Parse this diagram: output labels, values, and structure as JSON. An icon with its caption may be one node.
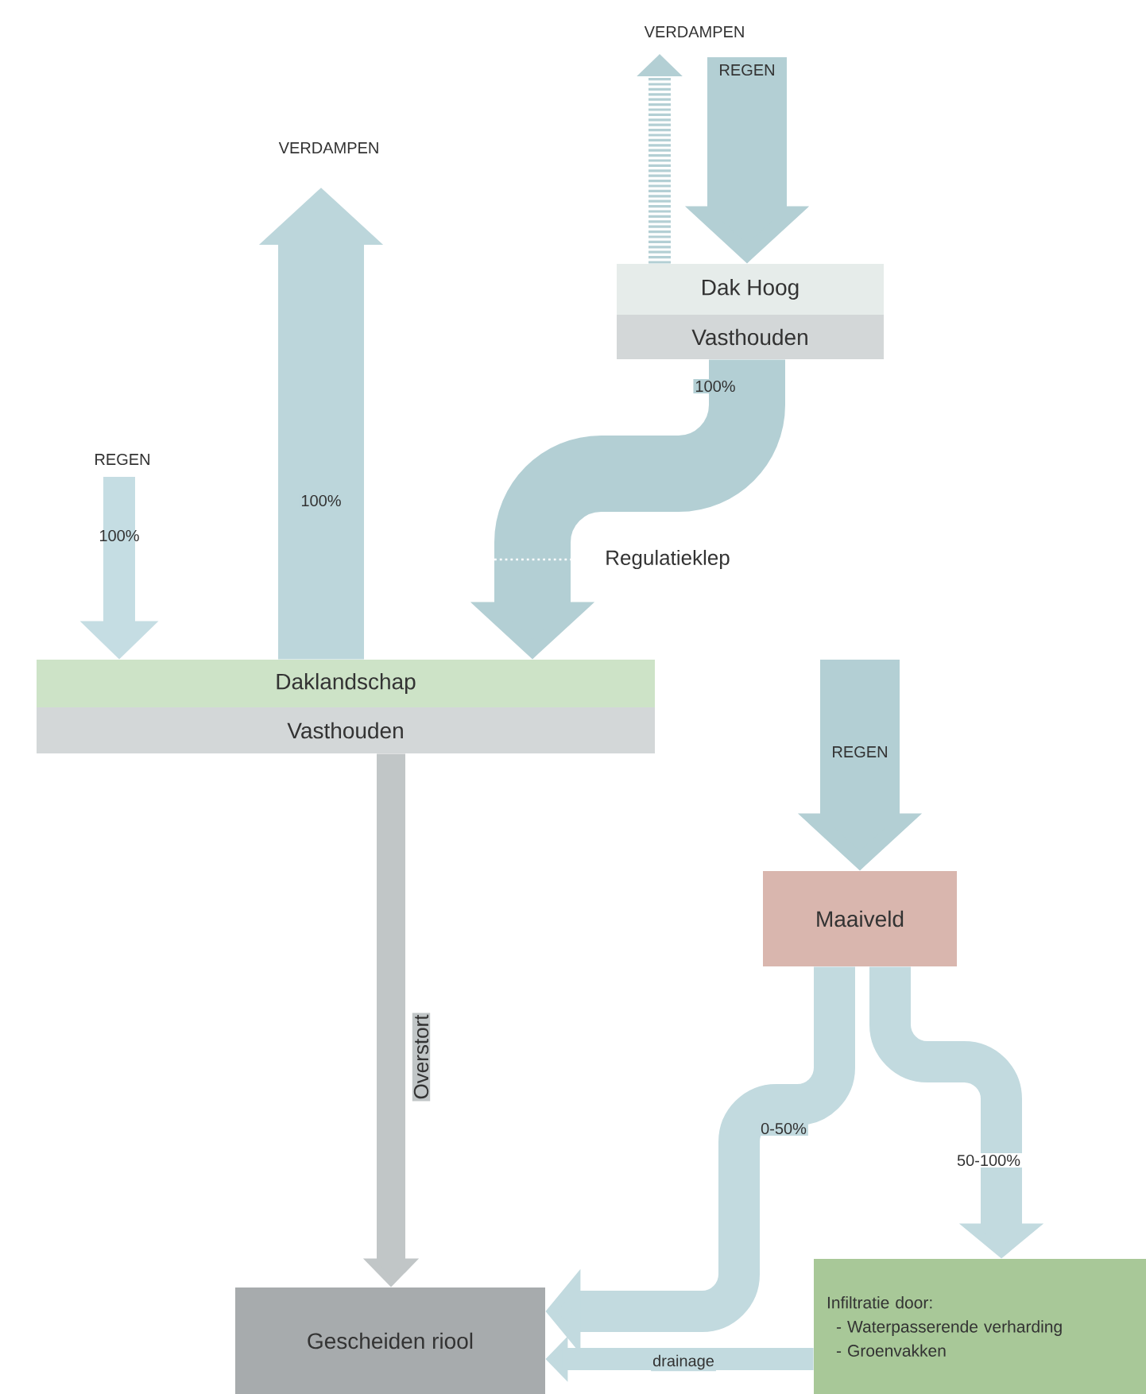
{
  "diagram": {
    "nodes": [
      {
        "text": [
          "Dak Hoog"
        ]
      },
      {
        "text": [
          "Vasthouden"
        ]
      },
      {
        "text": [
          "Daklandschap"
        ]
      },
      {
        "text": [
          "Vasthouden"
        ]
      },
      {
        "text": [
          "Maaiveld"
        ]
      },
      {
        "text": [
          "Gescheiden riool"
        ]
      },
      {
        "text": [
          "Infiltratie door:",
          "- Waterpasserende verharding",
          "- Groenvakken"
        ]
      }
    ],
    "edges": [
      {
        "from": null,
        "to": 0,
        "arrow": "to",
        "label": "REGEN",
        "style": "thick"
      },
      {
        "from": 0,
        "to": null,
        "arrow": "to",
        "label": "VERDAMPEN",
        "style": "dashed"
      },
      {
        "from": 1,
        "to": 2,
        "arrow": "to",
        "label": "100%",
        "style": "thick"
      },
      {
        "from": null,
        "to": 2,
        "arrow": "to",
        "label": "REGEN",
        "color": "#c5dde3"
      },
      {
        "from": 2,
        "to": null,
        "arrow": "to",
        "label": "100%",
        "style": "thick",
        "color": "#bcd6db"
      },
      {
        "from": 3,
        "to": 5,
        "arrow": "to",
        "label": "Overstort",
        "color": "#c1c6c7"
      },
      {
        "from": null,
        "to": 4,
        "arrow": "to",
        "label": "REGEN",
        "style": "thick"
      },
      {
        "from": 4,
        "to": 5,
        "arrow": "to",
        "label": "0-50%",
        "color": "#c2dadf"
      },
      {
        "from": 4,
        "to": 6,
        "arrow": "to",
        "label": "50-100%",
        "color": "#c2dadf"
      },
      {
        "from": 6,
        "to": 5,
        "arrow": "to",
        "label": "drainage",
        "color": "#c2dadf"
      }
    ],
    "labels": [
      "VERDAMPEN",
      "100%",
      "Regulatieklep"
    ]
  }
}
